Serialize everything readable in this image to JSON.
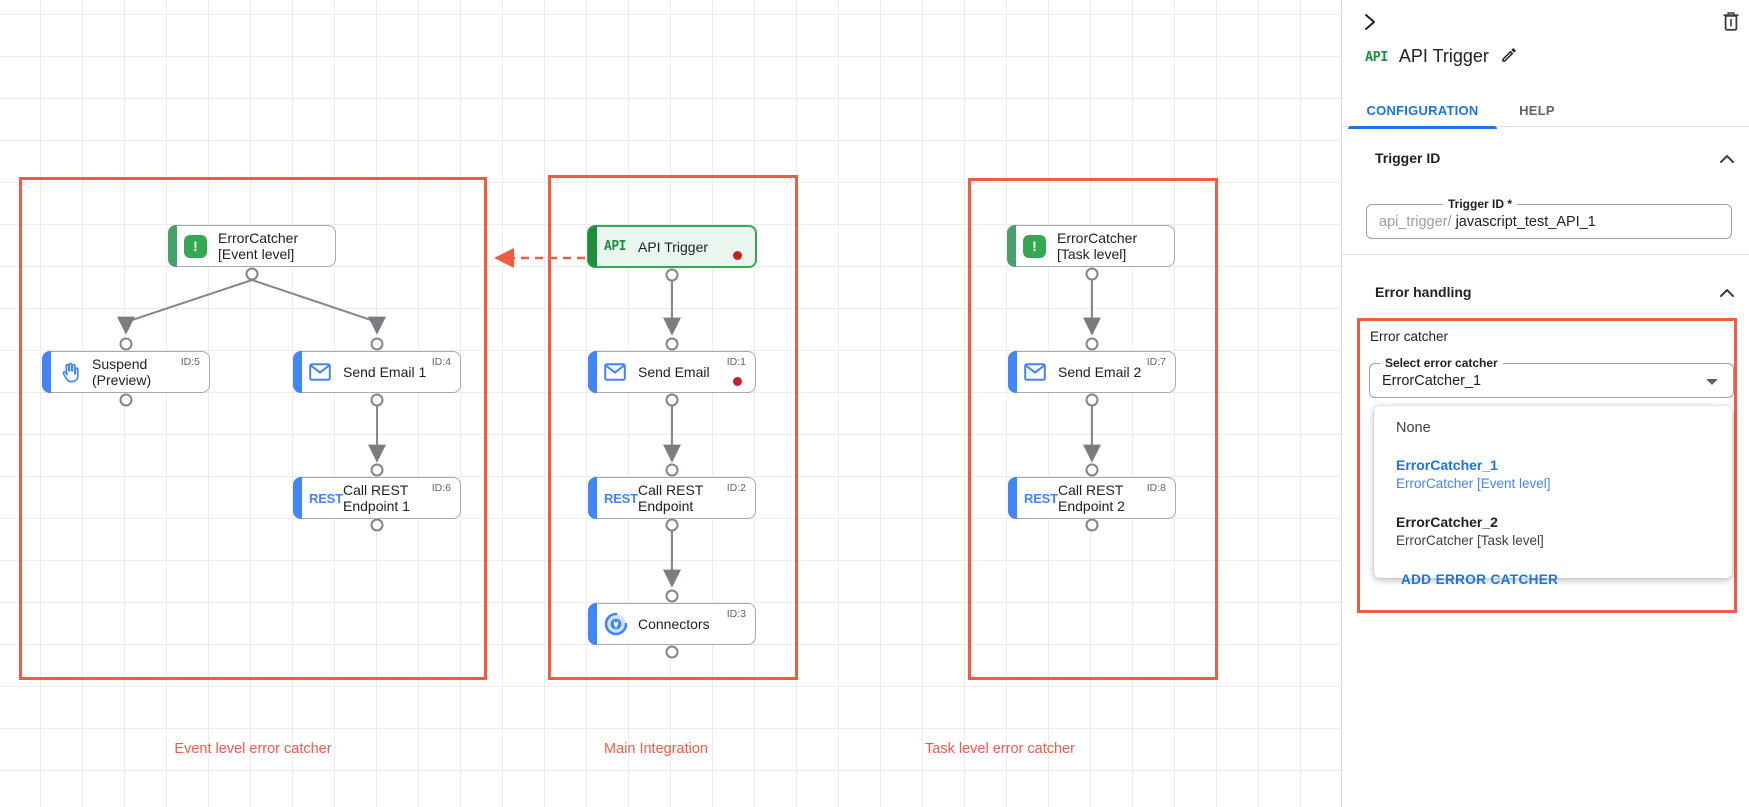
{
  "canvas": {
    "group_labels": {
      "event": "Event level error catcher",
      "main": "Main Integration",
      "task": "Task level error catcher"
    },
    "nodes": {
      "ec_event": {
        "label": "ErrorCatcher [Event level]"
      },
      "suspend": {
        "label": "Suspend (Preview)",
        "id": "ID:5"
      },
      "se1": {
        "label": "Send Email 1",
        "id": "ID:4"
      },
      "cr1": {
        "label": "Call REST Endpoint 1",
        "id": "ID:6"
      },
      "api": {
        "label": "API Trigger",
        "badge": "API"
      },
      "se": {
        "label": "Send Email",
        "id": "ID:1"
      },
      "cr": {
        "label": "Call REST Endpoint",
        "id": "ID:2"
      },
      "conn": {
        "label": "Connectors",
        "id": "ID:3"
      },
      "ec_task": {
        "label": "ErrorCatcher [Task level]"
      },
      "se2": {
        "label": "Send Email 2",
        "id": "ID:7"
      },
      "cr2": {
        "label": "Call REST Endpoint 2",
        "id": "ID:8"
      },
      "rest_logo": "REST"
    }
  },
  "panel": {
    "badge": "API",
    "title": "API Trigger",
    "tabs": {
      "configuration": "CONFIGURATION",
      "help": "HELP"
    },
    "trigger_id": {
      "section_title": "Trigger ID",
      "field_label": "Trigger ID *",
      "prefix": "api_trigger/",
      "value": "javascript_test_API_1"
    },
    "error_handling": {
      "section_title": "Error handling",
      "error_catcher_label": "Error catcher",
      "select_label": "Select error catcher",
      "selected_value": "ErrorCatcher_1",
      "menu": {
        "none": "None",
        "opt1_title": "ErrorCatcher_1",
        "opt1_sub": "ErrorCatcher [Event level]",
        "opt2_title": "ErrorCatcher_2",
        "opt2_sub": "ErrorCatcher [Task level]",
        "add": "ADD ERROR CATCHER"
      }
    }
  },
  "colors": {
    "red": "#f25b43",
    "green": "#34a853",
    "blue": "#4285f4",
    "link": "#1a73e8"
  }
}
